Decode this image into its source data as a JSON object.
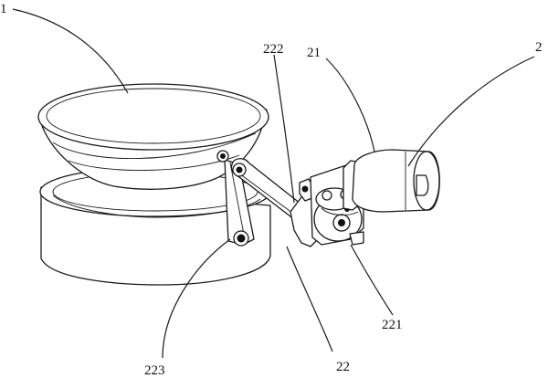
{
  "labels": {
    "l1": "1",
    "l2": "2",
    "l21": "21",
    "l22": "22",
    "l221": "221",
    "l222": "222",
    "l223": "223"
  },
  "colors": {
    "line": "#1a1a1a",
    "background": "#ffffff"
  }
}
